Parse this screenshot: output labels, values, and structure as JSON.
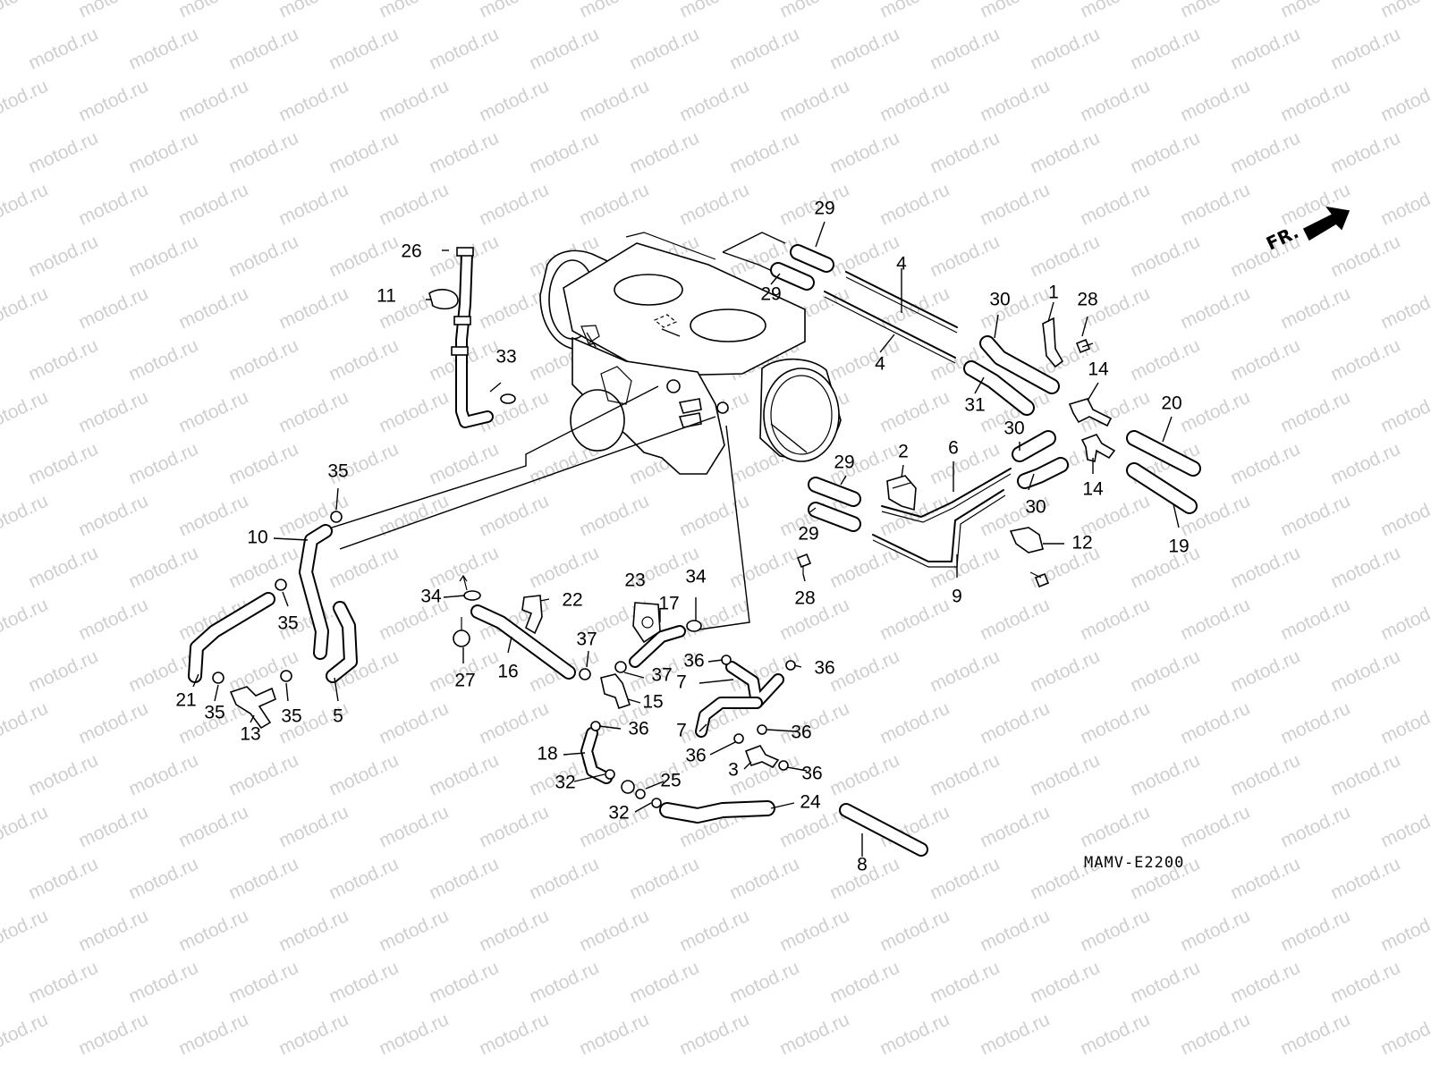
{
  "watermark": "motod.ru",
  "diagram_code": "MAMV-E2200",
  "front_indicator": "FR.",
  "part_numbers": [
    "1",
    "2",
    "3",
    "4",
    "4",
    "5",
    "6",
    "7",
    "7",
    "8",
    "9",
    "10",
    "11",
    "12",
    "13",
    "14",
    "14",
    "15",
    "16",
    "17",
    "18",
    "19",
    "20",
    "21",
    "22",
    "23",
    "24",
    "25",
    "26",
    "27",
    "28",
    "28",
    "29",
    "29",
    "29",
    "29",
    "30",
    "30",
    "30",
    "31",
    "32",
    "32",
    "33",
    "34",
    "34",
    "35",
    "35",
    "35",
    "35",
    "36",
    "36",
    "36",
    "36",
    "36",
    "36",
    "37",
    "37"
  ]
}
